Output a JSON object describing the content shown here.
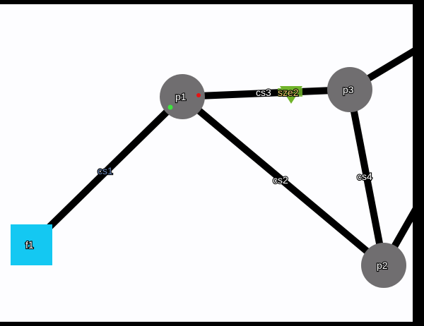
{
  "colors": {
    "background": "#fdfdff",
    "frame": "#000000",
    "link": "#000000",
    "port_node": "#706e70",
    "facility_node": "#14c8f2",
    "marker": "#71b42b",
    "dot_green": "#3fe33f",
    "dot_red": "#e81212"
  },
  "nodes": {
    "p1": {
      "label": "p1",
      "shape": "circle"
    },
    "p2": {
      "label": "p2",
      "shape": "circle"
    },
    "p3": {
      "label": "p3",
      "shape": "circle"
    },
    "f1": {
      "label": "f1",
      "shape": "square"
    }
  },
  "links": {
    "cs1": {
      "label": "cs1",
      "from": "f1",
      "to": "p1"
    },
    "cs2": {
      "label": "cs2",
      "from": "p1",
      "to": "p2"
    },
    "cs3": {
      "label": "cs3",
      "from": "p1",
      "to": "p3"
    },
    "cs4": {
      "label": "cs4",
      "from": "p3",
      "to": "p2"
    }
  },
  "marker": {
    "label": "sze2",
    "icon": "triangle-down-icon"
  }
}
